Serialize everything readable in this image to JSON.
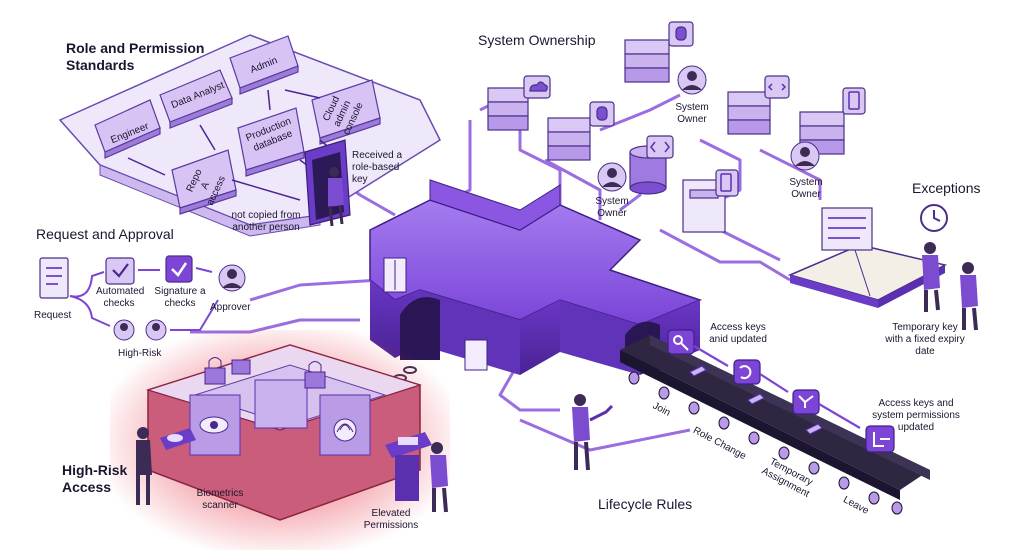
{
  "colors": {
    "accent": "#7c45d6",
    "accent_dark": "#4b2591",
    "accent_light": "#d9c8f3",
    "panel": "#e9e1f7",
    "highrisk": "#d83a4a",
    "conveyor": "#2f2741"
  },
  "sections": {
    "roles": {
      "title": "Role and Permission Standards",
      "roles": [
        "Engineer",
        "Data Analyst",
        "Admin",
        "Repo A access",
        "Production database",
        "Cloud admin console"
      ],
      "received_note": "Received a role-based key",
      "not_copied_note": "not copied from another person"
    },
    "ownership": {
      "title": "System Ownership",
      "owner_label": "System Owner"
    },
    "request": {
      "title": "Request and Approval",
      "request_label": "Request",
      "automated_label": "Automated checks",
      "signature_label": "Signature a checks",
      "approver_label": "Approver",
      "highrisk_label": "High-Risk"
    },
    "exceptions": {
      "title": "Exceptions",
      "temp_key_label": "Temporary key with a fixed expiry date"
    },
    "highrisk": {
      "title": "High-Risk Access",
      "biometrics_label": "Biometrics scanner",
      "elevated_label": "Elevated Permissions"
    },
    "lifecycle": {
      "title": "Lifecycle Rules",
      "stages": [
        "Join",
        "Role Change",
        "Temporary Assignment",
        "Leave"
      ],
      "keys_updated": "Access keys anid updated",
      "system_updated": "Access keys and system permissions updated"
    }
  },
  "icons": [
    "cloud-icon",
    "database-icon",
    "code-icon",
    "mobile-icon",
    "doc-icon",
    "key-icon",
    "refresh-icon",
    "flow-icon",
    "exit-icon",
    "lock-icon",
    "eye-icon",
    "fingerprint-icon",
    "clock-icon",
    "checklist-icon",
    "checkmark-icon",
    "person-icon"
  ]
}
